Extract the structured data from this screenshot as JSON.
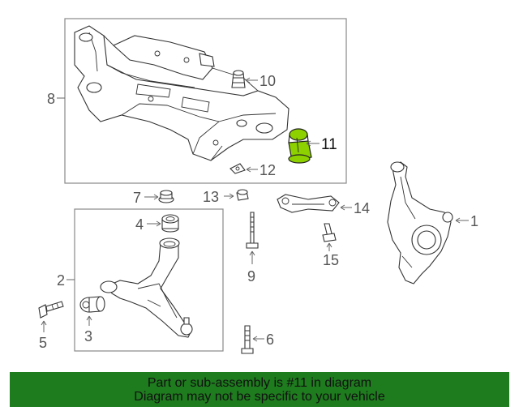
{
  "callouts": {
    "c1": "1",
    "c2": "2",
    "c3": "3",
    "c4": "4",
    "c5": "5",
    "c6": "6",
    "c7": "7",
    "c8": "8",
    "c9": "9",
    "c10": "10",
    "c11": "11",
    "c12": "12",
    "c13": "13",
    "c14": "14",
    "c15": "15"
  },
  "highlight": {
    "part": "11",
    "color": "#8dd100"
  },
  "banner": {
    "line1": "Part or sub-assembly is #11 in diagram",
    "line2": "Diagram may not be specific to your vehicle",
    "color": "#1e7b1e"
  }
}
